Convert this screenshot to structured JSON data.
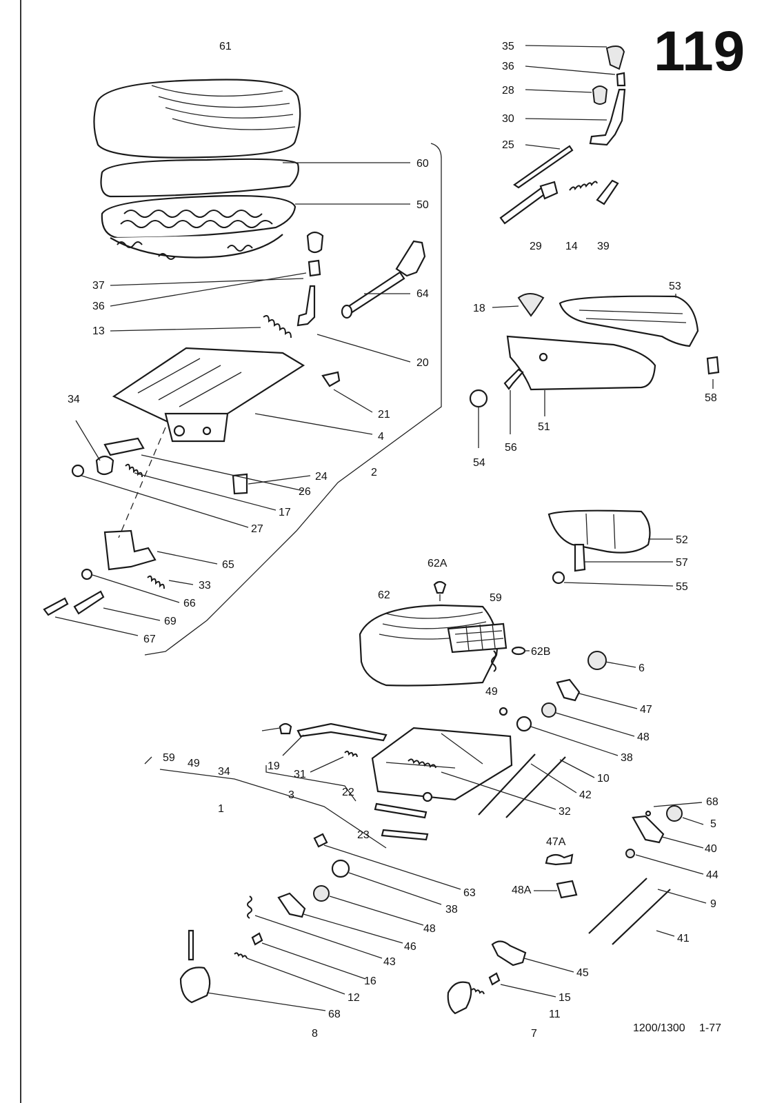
{
  "page": {
    "number": "119",
    "footer": "1200/1300",
    "footer_date": "1-77"
  },
  "callouts": {
    "n61": "61",
    "n60": "60",
    "n50": "50",
    "n37": "37",
    "n36": "36",
    "n13": "13",
    "n64": "64",
    "n20": "20",
    "n21": "21",
    "n4": "4",
    "n34": "34",
    "n24": "24",
    "n2": "2",
    "n26": "26",
    "n17": "17",
    "n27": "27",
    "n65": "65",
    "n33": "33",
    "n66": "66",
    "n69": "69",
    "n67": "67",
    "n35": "35",
    "n36b": "36",
    "n28": "28",
    "n30": "30",
    "n25": "25",
    "n29": "29",
    "n14": "14",
    "n39": "39",
    "n18": "18",
    "n53": "53",
    "n58": "58",
    "n54": "54",
    "n56": "56",
    "n51": "51",
    "n52": "52",
    "n57": "57",
    "n55": "55",
    "n62A": "62A",
    "n62": "62",
    "n59": "59",
    "n62B": "62B",
    "n49": "49",
    "n6": "6",
    "n47": "47",
    "n48": "48",
    "n38": "38",
    "n10": "10",
    "n42": "42",
    "n32": "32",
    "n68": "68",
    "n5": "5",
    "n40": "40",
    "n44": "44",
    "n9": "9",
    "n41": "41",
    "n47A": "47A",
    "n48A": "48A",
    "n45": "45",
    "n15": "15",
    "n11": "11",
    "n7": "7",
    "n59b": "59",
    "n49b": "49",
    "n34b": "34",
    "n19": "19",
    "n31": "31",
    "n3": "3",
    "n22": "22",
    "n1": "1",
    "n23": "23",
    "n63": "63",
    "n38b": "38",
    "n48b": "48",
    "n46": "46",
    "n43": "43",
    "n16": "16",
    "n12": "12",
    "n68b": "68",
    "n8": "8"
  }
}
